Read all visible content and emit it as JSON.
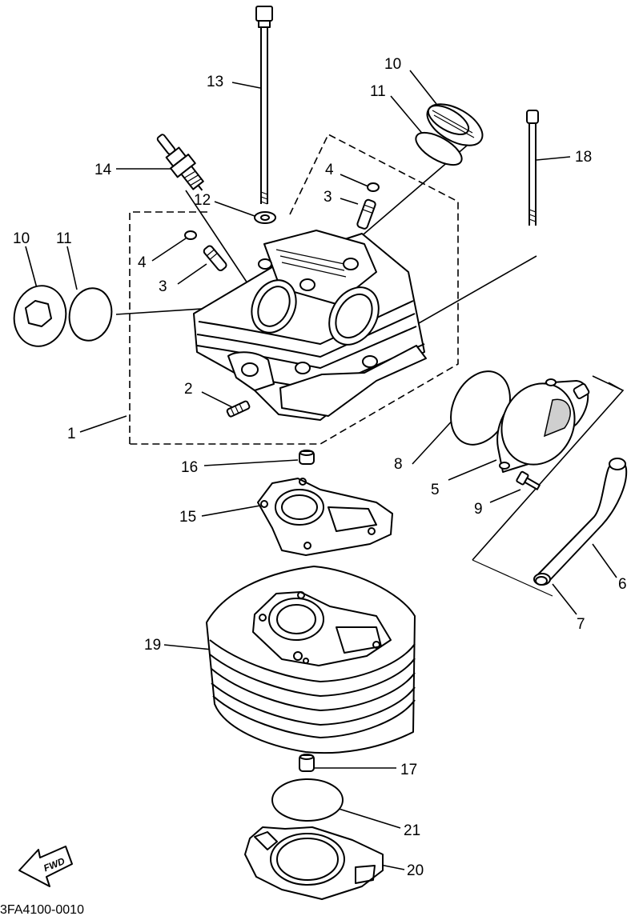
{
  "diagram": {
    "code": "3FA4100-0010",
    "fwd_label": "FWD",
    "callouts": [
      "1",
      "2",
      "3",
      "4",
      "3",
      "4",
      "5",
      "6",
      "7",
      "8",
      "9",
      "10",
      "11",
      "10",
      "11",
      "12",
      "13",
      "14",
      "15",
      "16",
      "17",
      "18",
      "19",
      "20",
      "21"
    ]
  }
}
